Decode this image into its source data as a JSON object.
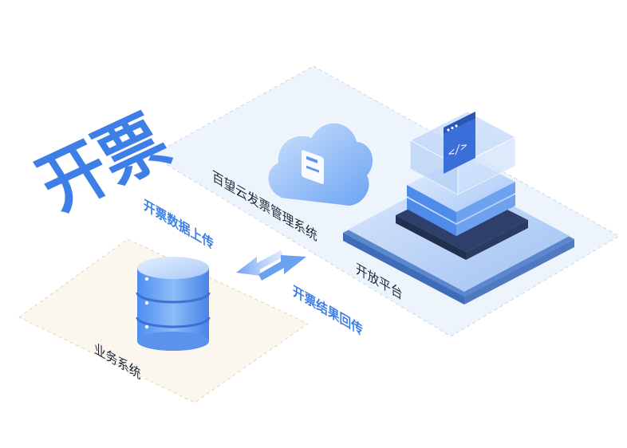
{
  "title": "开票",
  "nodes": {
    "cloud_system": {
      "label": "百望云发票管理系统",
      "icon": "document-cloud-icon"
    },
    "open_platform": {
      "label": "开放平台",
      "icon": "code-server-icon"
    },
    "business_system": {
      "label": "业务系统",
      "icon": "database-icon"
    }
  },
  "flows": {
    "upload": {
      "label": "开票数据上传",
      "direction": "business-to-platform"
    },
    "return": {
      "label": "开票结果回传",
      "direction": "platform-to-business"
    }
  },
  "colors": {
    "accent": "#3d7fe6",
    "platform_zone": "#eef4fb",
    "business_zone": "#fbf6ee",
    "text": "#1d2a3d"
  }
}
